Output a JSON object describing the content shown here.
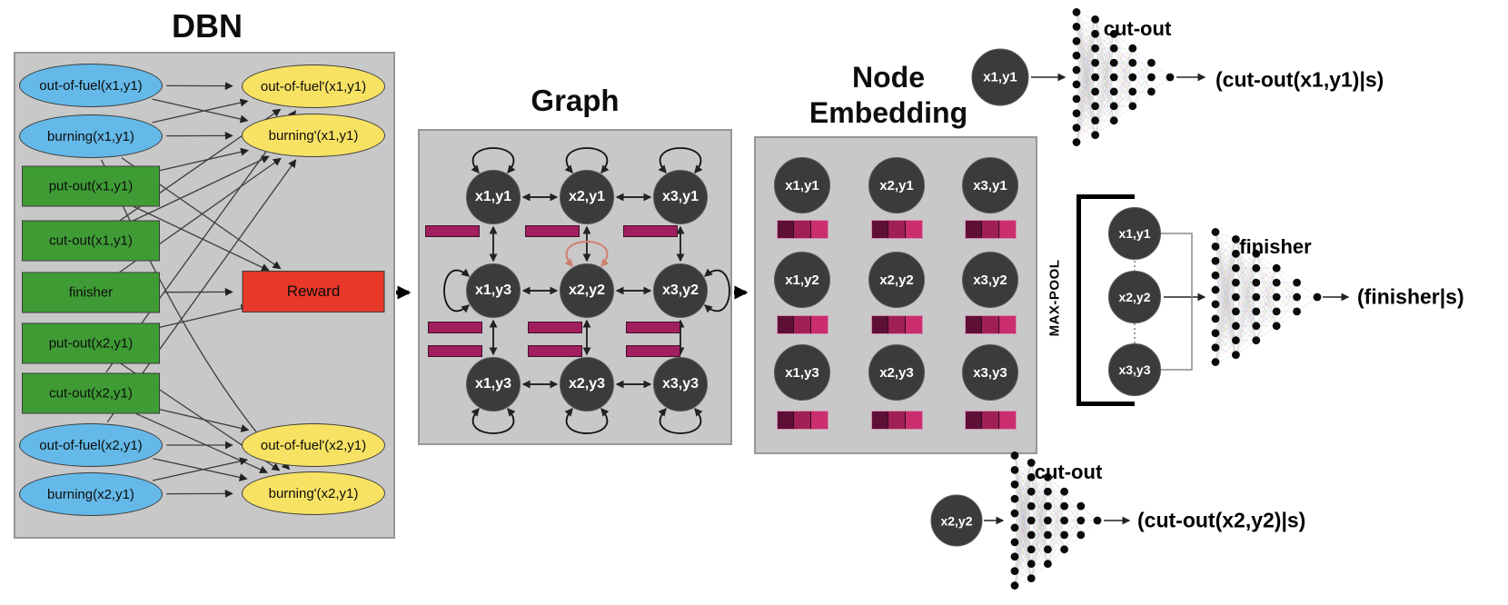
{
  "titles": {
    "dbn": "DBN",
    "graph": "Graph",
    "embedding_line1": "Node",
    "embedding_line2": "Embedding"
  },
  "dbn": {
    "nodes": [
      {
        "id": "oof1",
        "label": "out-of-fuel(x1,y1)",
        "kind": "state"
      },
      {
        "id": "burn1",
        "label": "burning(x1,y1)",
        "kind": "state"
      },
      {
        "id": "po1",
        "label": "put-out(x1,y1)",
        "kind": "action"
      },
      {
        "id": "co1",
        "label": "cut-out(x1,y1)",
        "kind": "action"
      },
      {
        "id": "fin",
        "label": "finisher",
        "kind": "action"
      },
      {
        "id": "po2",
        "label": "put-out(x2,y1)",
        "kind": "action"
      },
      {
        "id": "co2",
        "label": "cut-out(x2,y1)",
        "kind": "action"
      },
      {
        "id": "oof2",
        "label": "out-of-fuel(x2,y1)",
        "kind": "state"
      },
      {
        "id": "burn2",
        "label": "burning(x2,y1)",
        "kind": "state"
      },
      {
        "id": "oofp1",
        "label": "out-of-fuel'(x1,y1)",
        "kind": "next"
      },
      {
        "id": "burnp1",
        "label": "burning'(x1,y1)",
        "kind": "next"
      },
      {
        "id": "reward",
        "label": "Reward",
        "kind": "reward"
      },
      {
        "id": "oofp2",
        "label": "out-of-fuel'(x2,y1)",
        "kind": "next"
      },
      {
        "id": "burnp2",
        "label": "burning'(x2,y1)",
        "kind": "next"
      }
    ],
    "edges": [
      [
        "oof1",
        "oofp1"
      ],
      [
        "oof1",
        "burnp1"
      ],
      [
        "burn1",
        "oofp1"
      ],
      [
        "burn1",
        "burnp1"
      ],
      [
        "burn1",
        "reward"
      ],
      [
        "burn1",
        "burnp2"
      ],
      [
        "po1",
        "burnp1"
      ],
      [
        "po1",
        "reward"
      ],
      [
        "co1",
        "oofp1"
      ],
      [
        "co1",
        "burnp1"
      ],
      [
        "fin",
        "reward"
      ],
      [
        "fin",
        "burnp1"
      ],
      [
        "po2",
        "reward"
      ],
      [
        "po2",
        "burnp2"
      ],
      [
        "co2",
        "oofp1"
      ],
      [
        "co2",
        "oofp2"
      ],
      [
        "co2",
        "burnp2"
      ],
      [
        "oof2",
        "oofp2"
      ],
      [
        "oof2",
        "burnp2"
      ],
      [
        "oof2",
        "burnp1"
      ],
      [
        "burn2",
        "burnp2"
      ],
      [
        "burn2",
        "oofp2"
      ]
    ]
  },
  "graph": {
    "nodes": [
      "x1,y1",
      "x2,y1",
      "x3,y1",
      "x1,y3",
      "x2,y2",
      "x3,y2",
      "x1,y3",
      "x2,y3",
      "x3,y3"
    ]
  },
  "embedding": {
    "nodes": [
      "x1,y1",
      "x2,y1",
      "x3,y1",
      "x1,y2",
      "x2,y2",
      "x3,y2",
      "x1,y3",
      "x2,y3",
      "x3,y3"
    ]
  },
  "right": {
    "top": {
      "input": "x1,y1",
      "net_label": "cut-out",
      "output": "(cut-out(x1,y1)|s)"
    },
    "middle": {
      "pool_label": "MAX-POOL",
      "inputs": [
        "x1,y1",
        "x2,y2",
        "x3,y3"
      ],
      "net_label": "finisher",
      "output": "(finisher|s)"
    },
    "bottom": {
      "input": "x2,y2",
      "net_label": "cut-out",
      "output": "(cut-out(x2,y2)|s)"
    }
  },
  "colors": {
    "state_blue": "#64b9e8",
    "action_green": "#3f9c35",
    "next_yellow": "#f8e263",
    "reward_red": "#e8382a",
    "node_dark": "#3b3b3b",
    "bar_magenta": "#a11f5e",
    "loop_salmon": "#cd7f70",
    "embed_segments": [
      "#5e0f36",
      "#a02055",
      "#cb2e6e"
    ],
    "panel_gray": "#c8c8c8"
  }
}
